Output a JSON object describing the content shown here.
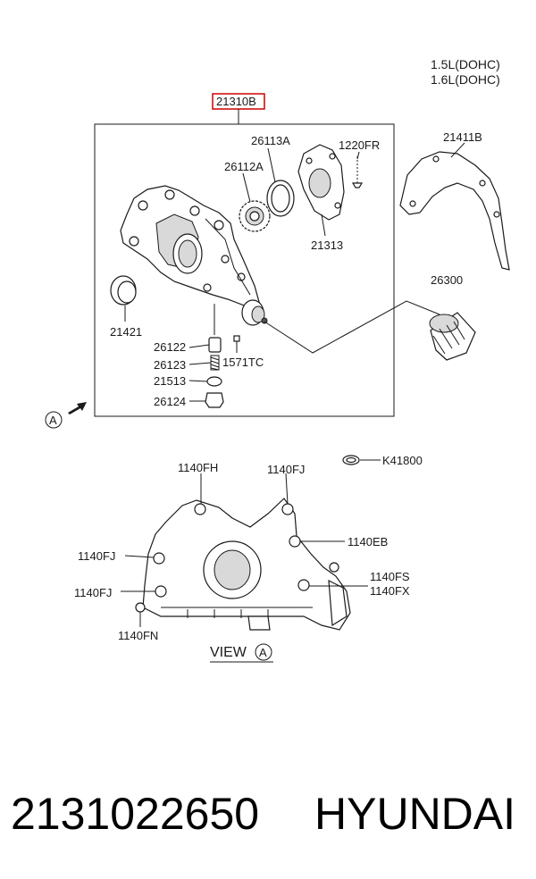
{
  "engine_variants": [
    "1.5L(DOHC)",
    "1.6L(DOHC)"
  ],
  "highlight_color": "#cc0000",
  "main_assembly": {
    "part_no": "21310B"
  },
  "callouts": {
    "c26113A": "26113A",
    "c26112A": "26112A",
    "c1220FR": "1220FR",
    "c21313": "21313",
    "c21411B": "21411B",
    "c21421": "21421",
    "c26300": "26300",
    "c26122": "26122",
    "c26123": "26123",
    "c1571TC": "1571TC",
    "c21513": "21513",
    "c26124": "26124",
    "view_ref": "A",
    "cK41800": "K41800",
    "v1140FH": "1140FH",
    "v1140FJ_top": "1140FJ",
    "v1140EB": "1140EB",
    "v1140FJ_left": "1140FJ",
    "v1140FJ_low": "1140FJ",
    "v1140FS": "1140FS",
    "v1140FX": "1140FX",
    "v1140FN": "1140FN"
  },
  "view": {
    "label": "VIEW",
    "ref": "A"
  },
  "footer": {
    "part_number": "2131022650",
    "brand": "HYUNDAI"
  }
}
